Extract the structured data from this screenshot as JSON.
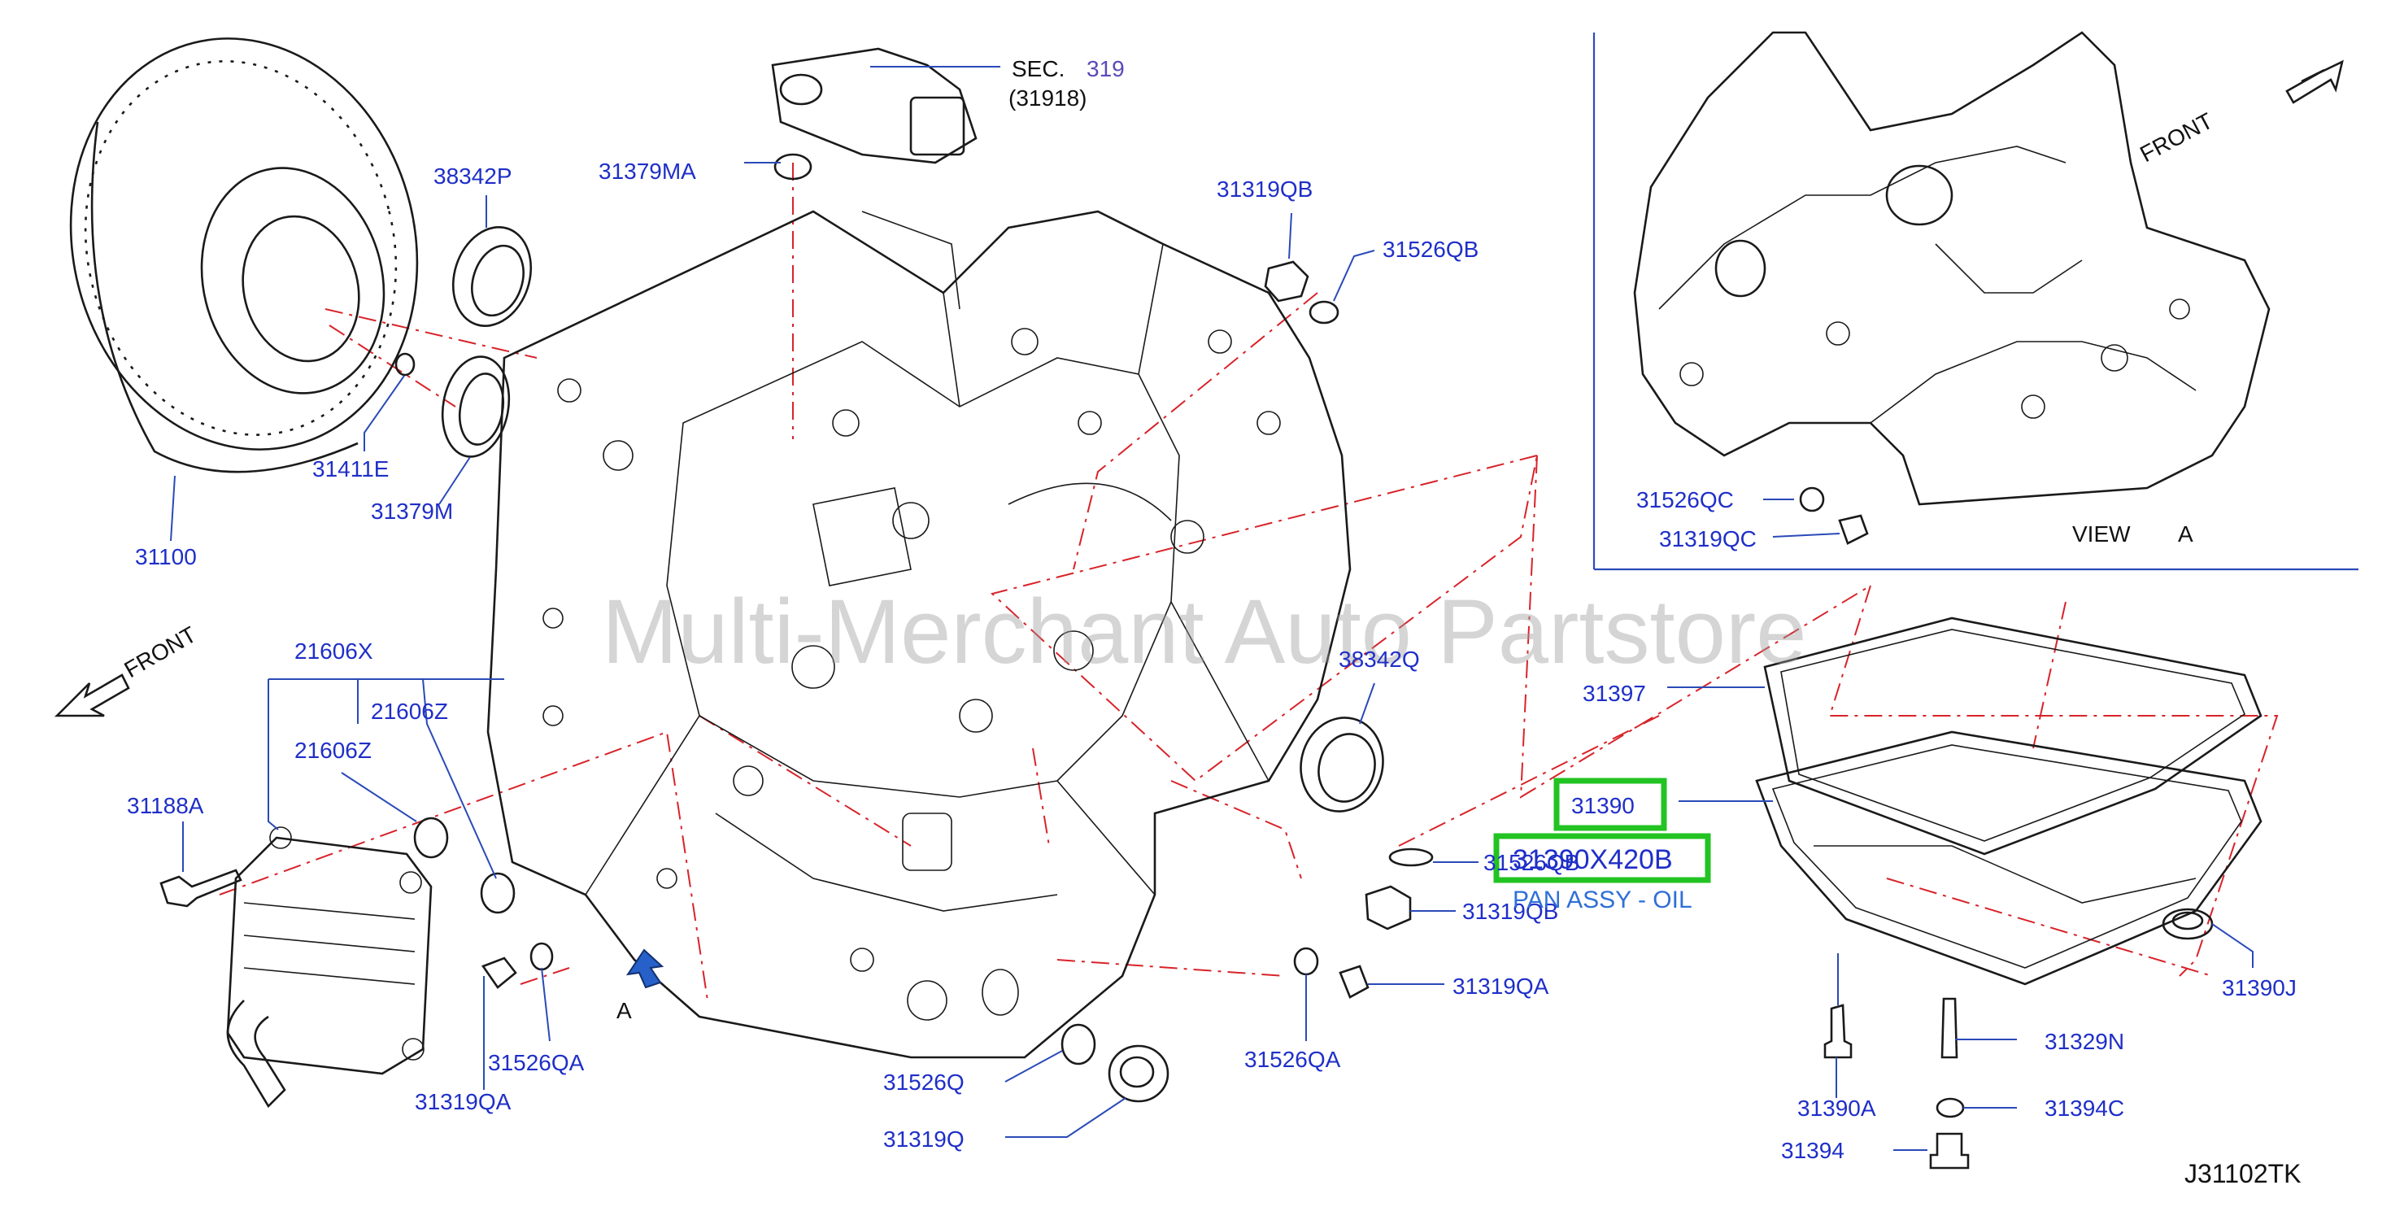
{
  "watermark": "Multi-Merchant Auto Partstore",
  "diagram_code": "J31102TK",
  "section_ref": {
    "prefix": "SEC.",
    "number": "319",
    "sub": "(31918)"
  },
  "front_labels": {
    "left": "FRONT",
    "view": "FRONT"
  },
  "view_label": {
    "word": "VIEW",
    "letter": "A"
  },
  "arrow_a": "A",
  "highlight": {
    "part_number": "31390X420B",
    "description": "PAN ASSY - OIL",
    "box_color": "#22c322"
  },
  "callouts": {
    "c31100": "31100",
    "c38342P": "38342P",
    "c31411E": "31411E",
    "c31379M": "31379M",
    "c31379MA": "31379MA",
    "c31319QB_top": "31319QB",
    "c31526QB_top": "31526QB",
    "c21606X": "21606X",
    "c21606Z_a": "21606Z",
    "c21606Z_b": "21606Z",
    "c31188A": "31188A",
    "c31319QA_left": "31319QA",
    "c31526QA_left": "31526QA",
    "c38342Q": "38342Q",
    "c31526QB_mid": "31526QB",
    "c31319QB_mid": "31319QB",
    "c31319QA_right": "31319QA",
    "c31526QA_right": "31526QA",
    "c31526Q": "31526Q",
    "c31319Q": "31319Q",
    "c31526QC": "31526QC",
    "c31319QC": "31319QC",
    "c31397": "31397",
    "c31390": "31390",
    "c31390J": "31390J",
    "c31329N": "31329N",
    "c31394C": "31394C",
    "c31390A": "31390A",
    "c31394": "31394"
  }
}
